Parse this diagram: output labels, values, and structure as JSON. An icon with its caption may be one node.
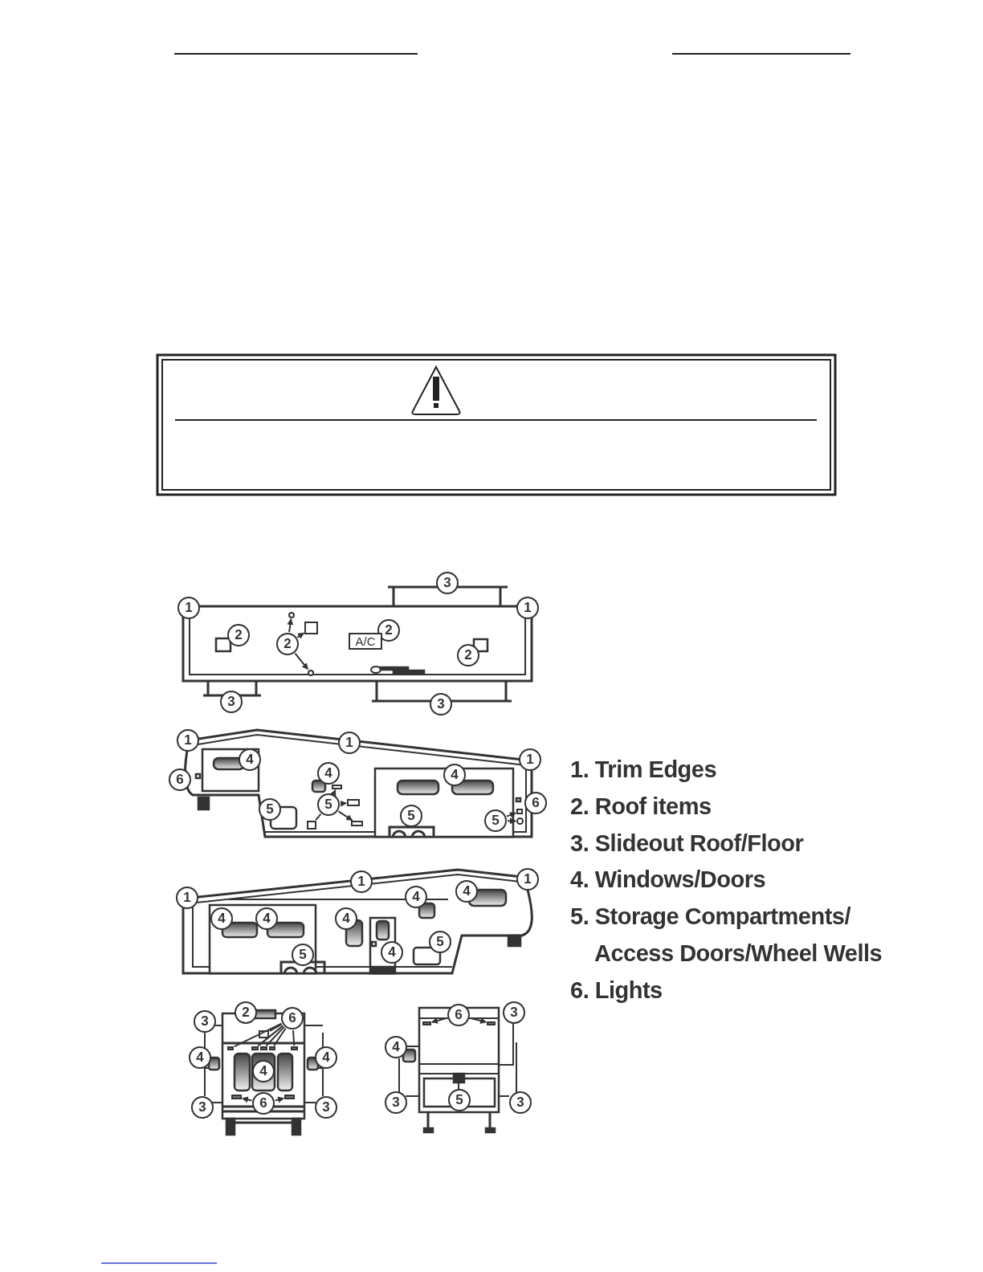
{
  "diagram": {
    "nodes": [
      {
        "text": [
          "3"
        ]
      },
      {
        "text": [
          "1"
        ]
      },
      {
        "text": [
          "1"
        ]
      },
      {
        "text": [
          "2"
        ]
      },
      {
        "text": [
          "2"
        ]
      },
      {
        "text": [
          "A/C"
        ]
      },
      {
        "text": [
          "2"
        ]
      },
      {
        "text": [
          "2"
        ]
      },
      {
        "text": [
          "3"
        ]
      },
      {
        "text": [
          "3"
        ]
      },
      {
        "text": [
          "1"
        ]
      },
      {
        "text": [
          "1"
        ]
      },
      {
        "text": [
          "1"
        ]
      },
      {
        "text": [
          "4"
        ]
      },
      {
        "text": [
          "4"
        ]
      },
      {
        "text": [
          "4"
        ]
      },
      {
        "text": [
          "6"
        ]
      },
      {
        "text": [
          "6"
        ]
      },
      {
        "text": [
          "5"
        ]
      },
      {
        "text": [
          "5"
        ]
      },
      {
        "text": [
          "5"
        ]
      },
      {
        "text": [
          "5"
        ]
      },
      {
        "text": [
          "1"
        ]
      },
      {
        "text": [
          "1"
        ]
      },
      {
        "text": [
          "4"
        ]
      },
      {
        "text": [
          "4"
        ]
      },
      {
        "text": [
          "1"
        ]
      },
      {
        "text": [
          "4"
        ]
      },
      {
        "text": [
          "4"
        ]
      },
      {
        "text": [
          "4"
        ]
      },
      {
        "text": [
          "5"
        ]
      },
      {
        "text": [
          "4"
        ]
      },
      {
        "text": [
          "5"
        ]
      },
      {
        "text": [
          "2"
        ]
      },
      {
        "text": [
          "3"
        ]
      },
      {
        "text": [
          "6"
        ]
      },
      {
        "text": [
          "6"
        ]
      },
      {
        "text": [
          "3"
        ]
      },
      {
        "text": [
          "4"
        ]
      },
      {
        "text": [
          "4"
        ]
      },
      {
        "text": [
          "4"
        ]
      },
      {
        "text": [
          "4"
        ]
      },
      {
        "text": [
          "5"
        ]
      },
      {
        "text": [
          "3"
        ]
      },
      {
        "text": [
          "3"
        ]
      },
      {
        "text": [
          "6"
        ]
      },
      {
        "text": [
          "3"
        ]
      },
      {
        "text": [
          "3"
        ]
      },
      {
        "text": [],
        "shape": "circle"
      },
      {
        "text": [],
        "shape": "box"
      },
      {
        "text": [],
        "shape": "circle"
      },
      {
        "text": [],
        "shape": "box"
      },
      {
        "text": [],
        "shape": "box"
      },
      {
        "text": [],
        "shape": "box"
      },
      {
        "text": [],
        "shape": "box"
      },
      {
        "text": [],
        "shape": "box"
      },
      {
        "text": [],
        "shape": "circle"
      },
      {
        "text": [],
        "shape": "box"
      },
      {
        "text": [],
        "shape": "box"
      },
      {
        "text": [],
        "shape": "box"
      },
      {
        "text": [],
        "shape": "box"
      },
      {
        "text": [],
        "shape": "box"
      },
      {
        "text": [],
        "shape": "box"
      },
      {
        "text": [],
        "shape": "box"
      },
      {
        "text": [],
        "shape": "box"
      },
      {
        "text": [],
        "shape": "box"
      },
      {
        "text": [],
        "shape": "box"
      }
    ],
    "edges": [
      {
        "from": 6,
        "to": 48,
        "arrow": "to"
      },
      {
        "from": 6,
        "to": 49,
        "arrow": "to"
      },
      {
        "from": 6,
        "to": 50,
        "arrow": "to"
      },
      {
        "from": 18,
        "to": 51,
        "arrow": "to"
      },
      {
        "from": 18,
        "to": 52,
        "arrow": "to"
      },
      {
        "from": 18,
        "to": 53,
        "arrow": "to"
      },
      {
        "from": 18,
        "to": 54,
        "arrow": "none"
      },
      {
        "from": 21,
        "to": 55,
        "arrow": "to"
      },
      {
        "from": 21,
        "to": 56,
        "arrow": "to"
      },
      {
        "from": 36,
        "to": 57,
        "arrow": "none"
      },
      {
        "from": 36,
        "to": 58,
        "arrow": "none"
      },
      {
        "from": 36,
        "to": 59,
        "arrow": "none"
      },
      {
        "from": 36,
        "to": 60,
        "arrow": "none"
      },
      {
        "from": 36,
        "to": 61,
        "arrow": "none"
      },
      {
        "from": 36,
        "to": 62,
        "arrow": "none"
      },
      {
        "from": 45,
        "to": 63,
        "arrow": "to"
      },
      {
        "from": 45,
        "to": 64,
        "arrow": "to"
      },
      {
        "from": 35,
        "to": 65,
        "arrow": "to"
      },
      {
        "from": 35,
        "to": 66,
        "arrow": "to"
      }
    ],
    "labels": [
      "1. Trim Edges",
      "2. Roof items",
      "3. Slideout Roof/Floor",
      "4. Windows/Doors",
      "5. Storage Compartments/ Access Doors/Wheel Wells",
      "6. Lights"
    ]
  }
}
